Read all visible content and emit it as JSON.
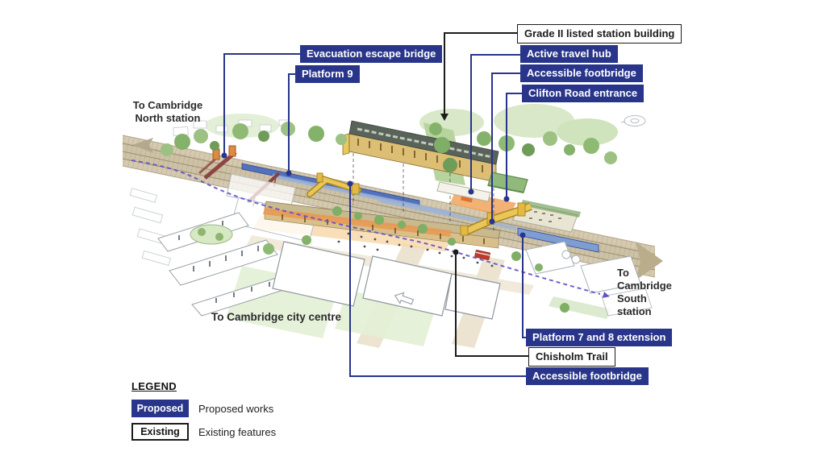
{
  "labels": {
    "evacuation_bridge": "Evacuation escape bridge",
    "platform9": "Platform 9",
    "grade2_building": "Grade II listed station building",
    "active_travel_hub": "Active travel hub",
    "accessible_footbridge_north": "Accessible footbridge",
    "clifton_road_entrance": "Clifton Road entrance",
    "platform78_extension": "Platform 7 and 8 extension",
    "chisholm_trail": "Chisholm Trail",
    "accessible_footbridge_south": "Accessible footbridge"
  },
  "directions": {
    "north": {
      "line1": "To Cambridge",
      "line2": "North station"
    },
    "south": {
      "line1": "To",
      "line2": "Cambridge",
      "line3": "South",
      "line4": "station"
    },
    "city_centre": "To Cambridge city centre"
  },
  "legend": {
    "title": "LEGEND",
    "proposed_chip": "Proposed",
    "proposed_desc": "Proposed works",
    "existing_chip": "Existing",
    "existing_desc": "Existing features"
  },
  "colors": {
    "proposed_blue": "#28358a",
    "existing_border_black": "#1b1b1b",
    "leader_blue": "#28358a",
    "leader_black": "#1c1c1c",
    "chisholm_trail_purple": "#6152c9",
    "footbridge_yellow": "#eac558",
    "platform_blue": "#7e9dd2",
    "railway_tan": "#d5cab0"
  }
}
